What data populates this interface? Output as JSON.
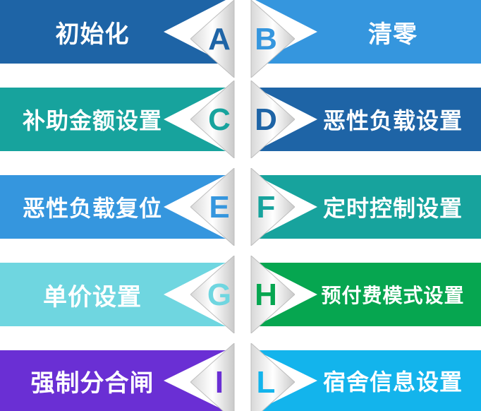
{
  "rows": [
    {
      "left": {
        "letter": "A",
        "label": "初始化",
        "color": "#1e64a6"
      },
      "right": {
        "letter": "B",
        "label": "清零",
        "color": "#3596de"
      }
    },
    {
      "left": {
        "letter": "C",
        "label": "补助金额设置",
        "color": "#17a39d"
      },
      "right": {
        "letter": "D",
        "label": "恶性负载设置",
        "color": "#1e64a6"
      }
    },
    {
      "left": {
        "letter": "E",
        "label": "恶性负载复位",
        "color": "#3596de"
      },
      "right": {
        "letter": "F",
        "label": "定时控制设置",
        "color": "#17a39d"
      }
    },
    {
      "left": {
        "letter": "G",
        "label": "单价设置",
        "color": "#6fd6e0"
      },
      "right": {
        "letter": "H",
        "label": "预付费模式设置",
        "color": "#06a650"
      }
    },
    {
      "left": {
        "letter": "I",
        "label": "强制分合闸",
        "color": "#6a2fd4"
      },
      "right": {
        "letter": "L",
        "label": "宿舍信息设置",
        "color": "#13b4ec"
      }
    }
  ]
}
